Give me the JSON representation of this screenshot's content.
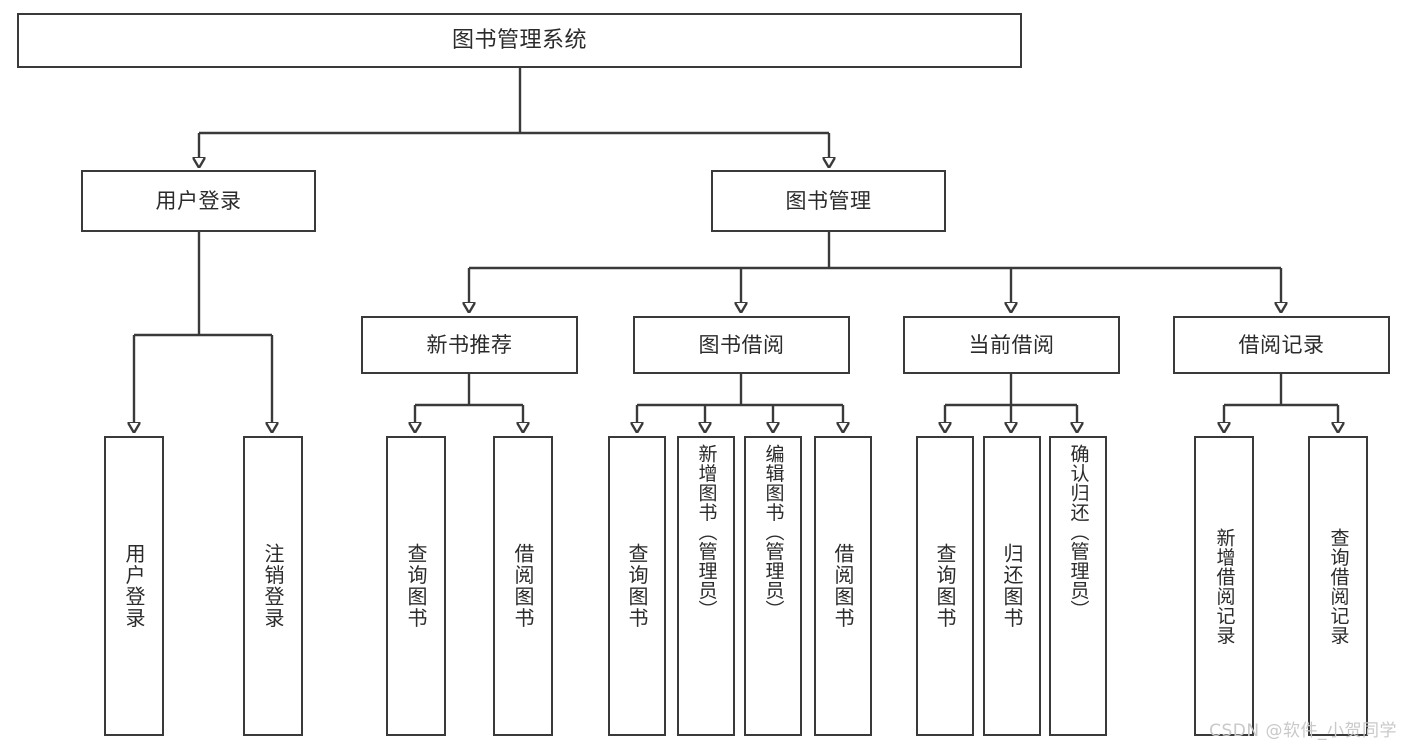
{
  "diagram": {
    "title": "图书管理系统",
    "type": "tree-hierarchy",
    "watermark": "CSDN @软件_小贺同学",
    "colors": {
      "stroke": "#3a3a3a",
      "fill": "#ffffff",
      "text": "#2b2b2b",
      "watermark": "#c9c9c9"
    },
    "levels": {
      "root": {
        "label": "图书管理系统"
      },
      "level2": [
        {
          "key": "user-login",
          "label": "用户登录"
        },
        {
          "key": "book-management",
          "label": "图书管理"
        }
      ],
      "level3": [
        {
          "key": "new-book-recommend",
          "label": "新书推荐"
        },
        {
          "key": "book-borrow",
          "label": "图书借阅"
        },
        {
          "key": "current-borrow",
          "label": "当前借阅"
        },
        {
          "key": "borrow-record",
          "label": "借阅记录"
        }
      ],
      "leaves": {
        "user_login": [
          {
            "key": "leaf-user-login",
            "label": "用户登录"
          },
          {
            "key": "leaf-logout-login",
            "label": "注销登录"
          }
        ],
        "new_book_recommend": [
          {
            "key": "leaf-query-book-1",
            "label": "查询图书"
          },
          {
            "key": "leaf-borrow-book-1",
            "label": "借阅图书"
          }
        ],
        "book_borrow": [
          {
            "key": "leaf-query-book-2",
            "label": "查询图书"
          },
          {
            "key": "leaf-add-book-admin",
            "label": "新增图书（管理员）"
          },
          {
            "key": "leaf-edit-book-admin",
            "label": "编辑图书（管理员）"
          },
          {
            "key": "leaf-borrow-book-2",
            "label": "借阅图书"
          }
        ],
        "current_borrow": [
          {
            "key": "leaf-query-book-3",
            "label": "查询图书"
          },
          {
            "key": "leaf-return-book",
            "label": "归还图书"
          },
          {
            "key": "leaf-confirm-return-admin",
            "label": "确认归还（管理员）"
          }
        ],
        "borrow_record": [
          {
            "key": "leaf-add-borrow-record",
            "label": "新增借阅记录"
          },
          {
            "key": "leaf-query-borrow-record",
            "label": "查询借阅记录"
          }
        ]
      }
    }
  }
}
